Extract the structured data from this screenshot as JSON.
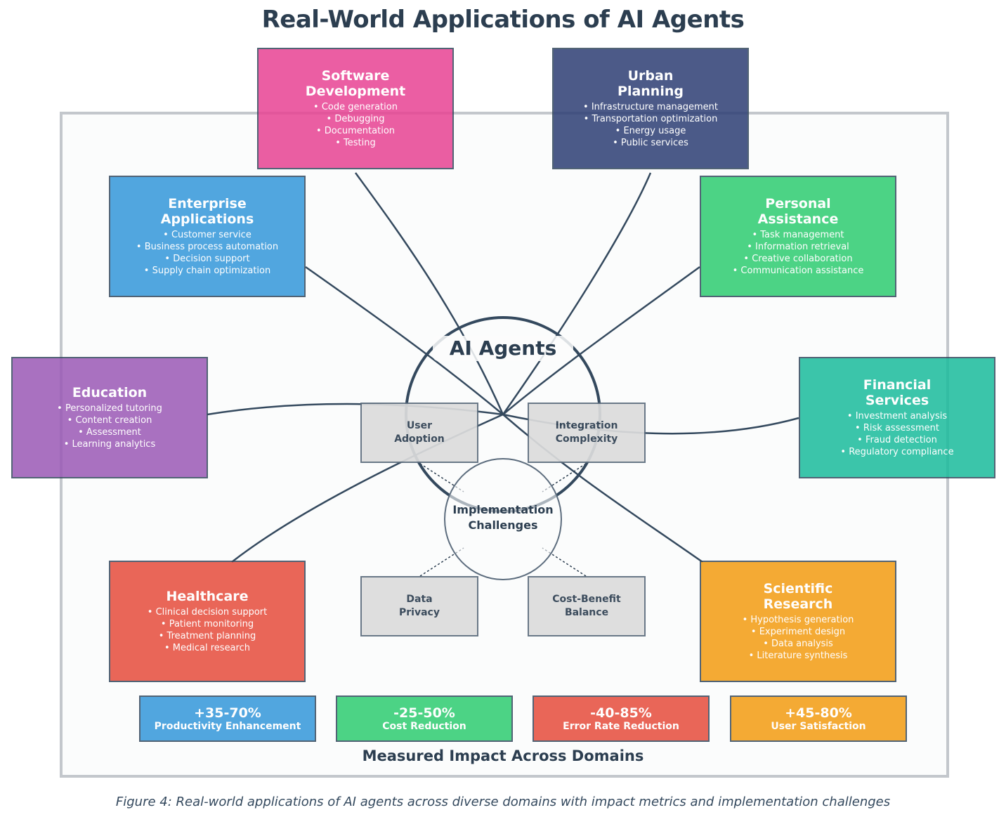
{
  "title": "Real-World Applications of AI Agents",
  "hub": {
    "label_line1": "AI",
    "label_line2": "Agents"
  },
  "domains": [
    {
      "key": "software",
      "title_lines": [
        "Software",
        "Development"
      ],
      "color": "#e84393",
      "items": [
        "Code generation",
        "Debugging",
        "Documentation",
        "Testing"
      ]
    },
    {
      "key": "urban",
      "title_lines": [
        "Urban",
        "Planning"
      ],
      "color": "#2d3e74",
      "items": [
        "Infrastructure management",
        "Transportation optimization",
        "Energy usage",
        "Public services"
      ]
    },
    {
      "key": "enterprise",
      "title_lines": [
        "Enterprise",
        "Applications"
      ],
      "color": "#3498db",
      "items": [
        "Customer service",
        "Business process automation",
        "Decision support",
        "Supply chain optimization"
      ]
    },
    {
      "key": "personal",
      "title_lines": [
        "Personal",
        "Assistance"
      ],
      "color": "#2ecc71",
      "items": [
        "Task management",
        "Information retrieval",
        "Creative collaboration",
        "Communication assistance"
      ]
    },
    {
      "key": "education",
      "title_lines": [
        "Education"
      ],
      "color": "#9b59b6",
      "items": [
        "Personalized tutoring",
        "Content creation",
        "Assessment",
        "Learning analytics"
      ]
    },
    {
      "key": "financial",
      "title_lines": [
        "Financial",
        "Services"
      ],
      "color": "#1abc9c",
      "items": [
        "Investment analysis",
        "Risk assessment",
        "Fraud detection",
        "Regulatory compliance"
      ]
    },
    {
      "key": "healthcare",
      "title_lines": [
        "Healthcare"
      ],
      "color": "#e74c3c",
      "items": [
        "Clinical decision support",
        "Patient monitoring",
        "Treatment planning",
        "Medical research"
      ]
    },
    {
      "key": "scientific",
      "title_lines": [
        "Scientific",
        "Research"
      ],
      "color": "#f39c12",
      "items": [
        "Hypothesis generation",
        "Experiment design",
        "Data analysis",
        "Literature synthesis"
      ]
    }
  ],
  "challenges": {
    "center_line1": "Implementation",
    "center_line2": "Challenges",
    "items": [
      {
        "line1": "User",
        "line2": "Adoption"
      },
      {
        "line1": "Integration",
        "line2": "Complexity"
      },
      {
        "line1": "Data",
        "line2": "Privacy"
      },
      {
        "line1": "Cost-Benefit",
        "line2": "Balance"
      }
    ]
  },
  "metrics": {
    "title": "Measured Impact Across Domains",
    "items": [
      {
        "value": "+35-70%",
        "line1": "Productivity",
        "line2": "Enhancement",
        "color": "#3498db"
      },
      {
        "value": "-25-50%",
        "line1": "Cost",
        "line2": "Reduction",
        "color": "#2ecc71"
      },
      {
        "value": "-40-85%",
        "line1": "Error Rate",
        "line2": "Reduction",
        "color": "#e74c3c"
      },
      {
        "value": "+45-80%",
        "line1": "User",
        "line2": "Satisfaction",
        "color": "#f39c12"
      }
    ]
  },
  "caption": "Figure 4: Real-world applications of AI agents across diverse domains with impact metrics and implementation challenges",
  "colors": {
    "text_dark": "#2c3e50",
    "line": "#34495e",
    "frame": "#c3c7cc",
    "challenge_fill": "#dcdcdc"
  }
}
